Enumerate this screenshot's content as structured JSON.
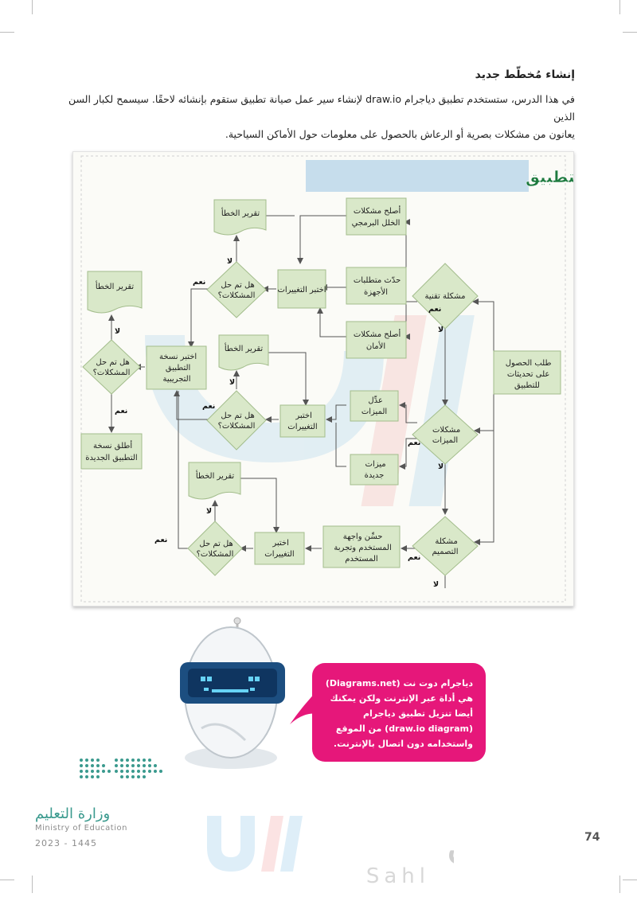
{
  "section": {
    "heading": "إنشاء مُخطّط جديد",
    "intro_line1": "في هذا الدرس، ستستخدم تطبيق دياجرام draw.io لإنشاء سير عمل صيانة تطبيق ستقوم بإنشائه لاحقًا. سيسمح لكبار السن الذين",
    "intro_line2": "يعانون من مشكلات بصرية أو الرعاش بالحصول على معلومات حول الأماكن السياحية."
  },
  "diagram": {
    "title": "مخطط سير عمل صيانة التطبيق",
    "nodes": {
      "request_updates": [
        "طلب الحصول",
        "على تحديثات",
        "للتطبيق"
      ],
      "technical_issue": [
        "مشكلة تقنية"
      ],
      "feature_issue": [
        "مشكلات",
        "الميزات"
      ],
      "design_issue": [
        "مشكلة",
        "التصميم"
      ],
      "fix_bugs": [
        "أصلح مشكلات",
        "الخلل البرمجي"
      ],
      "update_hardware": [
        "حدّث متطلبات",
        "الأجهزة"
      ],
      "fix_security": [
        "أصلح مشكلات",
        "الأمان"
      ],
      "test_changes_1": [
        "اختبر التغييرات"
      ],
      "solved_1": [
        "هل تم حل",
        "المشكلات؟"
      ],
      "error_report_1": [
        "تقرير الخطأ"
      ],
      "test_trial_version": [
        "اختبر نسخة",
        "التطبيق",
        "التجريبية"
      ],
      "solved_main": [
        "هل تم حل",
        "المشكلات؟"
      ],
      "error_report_main": [
        "تقرير الخطأ"
      ],
      "release_new_version": [
        "أطلق نسخة",
        "التطبيق الجديدة"
      ],
      "modify_feature": [
        "عدِّل",
        "الميزات"
      ],
      "new_feature": [
        "ميزات",
        "جديدة"
      ],
      "test_changes_2": [
        "اختبر",
        "التغييرات"
      ],
      "solved_2": [
        "هل تم حل",
        "المشكلات؟"
      ],
      "error_report_2": [
        "تقرير الخطأ"
      ],
      "improve_ui": [
        "حسِّن واجهة",
        "المستخدم وتجربة",
        "المستخدم"
      ],
      "test_changes_3": [
        "اختبر",
        "التغييرات"
      ],
      "solved_3": [
        "هل تم حل",
        "المشكلات؟"
      ],
      "error_report_3": [
        "تقرير الخطأ"
      ]
    },
    "yes_label": "نعم",
    "no_label": "لا"
  },
  "callout": {
    "text": "دياجرام دوت نت (Diagrams.net) هي أداة عبر الإنترنت ولكن يمكنك أيضا تنزيل تطبيق دياجرام (draw.io diagram) من الموقع واستخدامه دون اتصال بالإنترنت."
  },
  "footer": {
    "ministry_name": "وزارة التعليم",
    "ministry_english": "Ministry of Education",
    "year": "2023 - 1445",
    "watermark": "سهل",
    "watermark_latin": "Sahl",
    "page_number": "74"
  },
  "colors": {
    "node_fill": "#d9e8c9",
    "node_stroke": "#a3bd8c",
    "title_green": "#1d7a3e",
    "callout_pink": "#e6177a",
    "ministry_teal": "#3a9a8e"
  }
}
